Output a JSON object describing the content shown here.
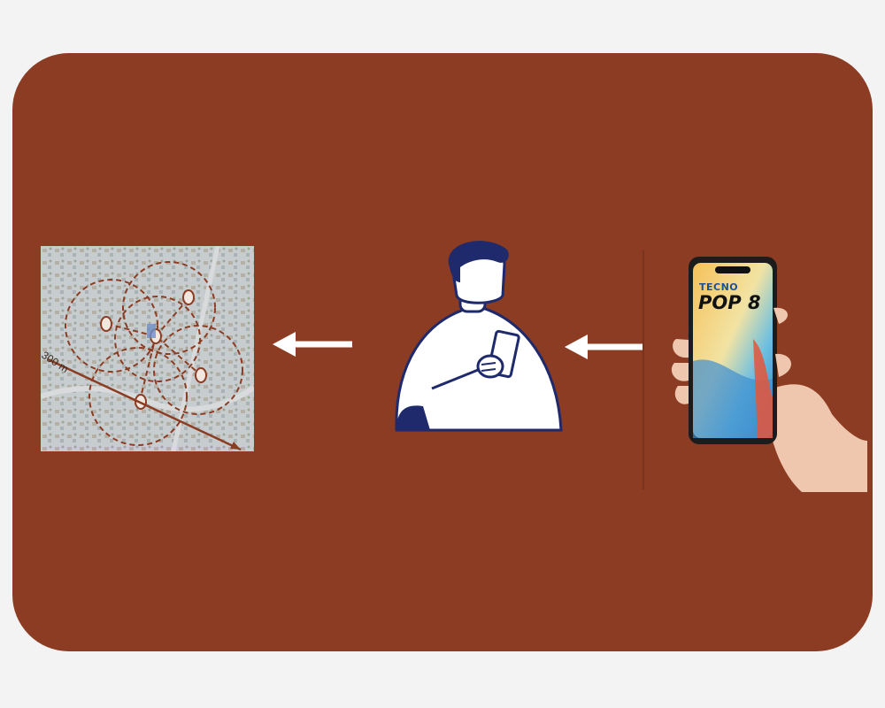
{
  "background_color": "#f3f3f3",
  "panel_color": "#8b3c22",
  "map": {
    "scale_label": "300 m",
    "icon": "map-with-sampling-circles-icon"
  },
  "person": {
    "caption": "",
    "icon": "person-holding-phone-icon",
    "shirt_color": "#ffffff",
    "outline_color": "#1e2a6b"
  },
  "phone": {
    "brand": "TECNO",
    "model": "POP 8",
    "icon": "hand-holding-smartphone-icon"
  },
  "arrows": [
    {
      "name": "arrow-left-to-map-icon",
      "color": "#ffffff"
    },
    {
      "name": "arrow-left-to-person-icon",
      "color": "#ffffff"
    }
  ]
}
